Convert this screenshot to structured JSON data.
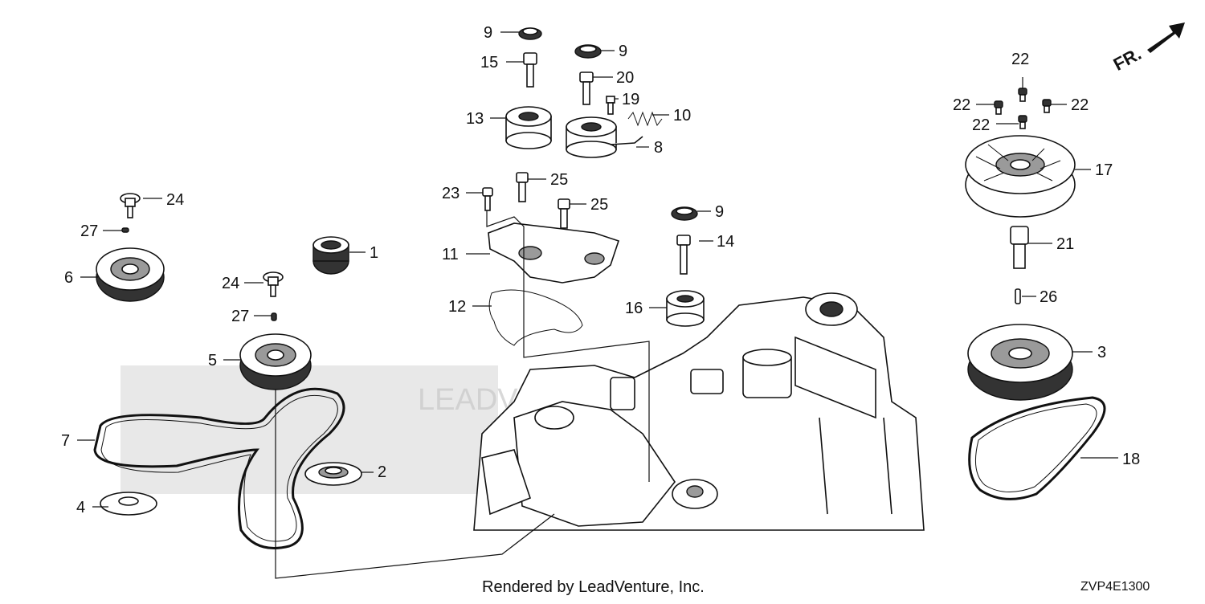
{
  "footer": {
    "rendered_by": "Rendered by LeadVenture, Inc.",
    "diagram_code": "ZVP4E1300"
  },
  "orientation": {
    "label": "FR."
  },
  "watermark": {
    "brand_text": "LEADVENTURE"
  },
  "callouts": [
    {
      "id": "c1",
      "label": "1"
    },
    {
      "id": "c2",
      "label": "2"
    },
    {
      "id": "c3",
      "label": "3"
    },
    {
      "id": "c4",
      "label": "4"
    },
    {
      "id": "c5",
      "label": "5"
    },
    {
      "id": "c6",
      "label": "6"
    },
    {
      "id": "c7",
      "label": "7"
    },
    {
      "id": "c8",
      "label": "8"
    },
    {
      "id": "c9a",
      "label": "9"
    },
    {
      "id": "c9b",
      "label": "9"
    },
    {
      "id": "c9c",
      "label": "9"
    },
    {
      "id": "c10",
      "label": "10"
    },
    {
      "id": "c11",
      "label": "11"
    },
    {
      "id": "c12",
      "label": "12"
    },
    {
      "id": "c13",
      "label": "13"
    },
    {
      "id": "c14",
      "label": "14"
    },
    {
      "id": "c15",
      "label": "15"
    },
    {
      "id": "c16",
      "label": "16"
    },
    {
      "id": "c17",
      "label": "17"
    },
    {
      "id": "c18",
      "label": "18"
    },
    {
      "id": "c19",
      "label": "19"
    },
    {
      "id": "c20",
      "label": "20"
    },
    {
      "id": "c21",
      "label": "21"
    },
    {
      "id": "c22a",
      "label": "22"
    },
    {
      "id": "c22b",
      "label": "22"
    },
    {
      "id": "c22c",
      "label": "22"
    },
    {
      "id": "c22d",
      "label": "22"
    },
    {
      "id": "c23",
      "label": "23"
    },
    {
      "id": "c24a",
      "label": "24"
    },
    {
      "id": "c24b",
      "label": "24"
    },
    {
      "id": "c25a",
      "label": "25"
    },
    {
      "id": "c25b",
      "label": "25"
    },
    {
      "id": "c26",
      "label": "26"
    },
    {
      "id": "c27a",
      "label": "27"
    },
    {
      "id": "c27b",
      "label": "27"
    }
  ],
  "colors": {
    "ink": "#111111",
    "watermark": "#d6d6d6",
    "background": "#ffffff"
  }
}
